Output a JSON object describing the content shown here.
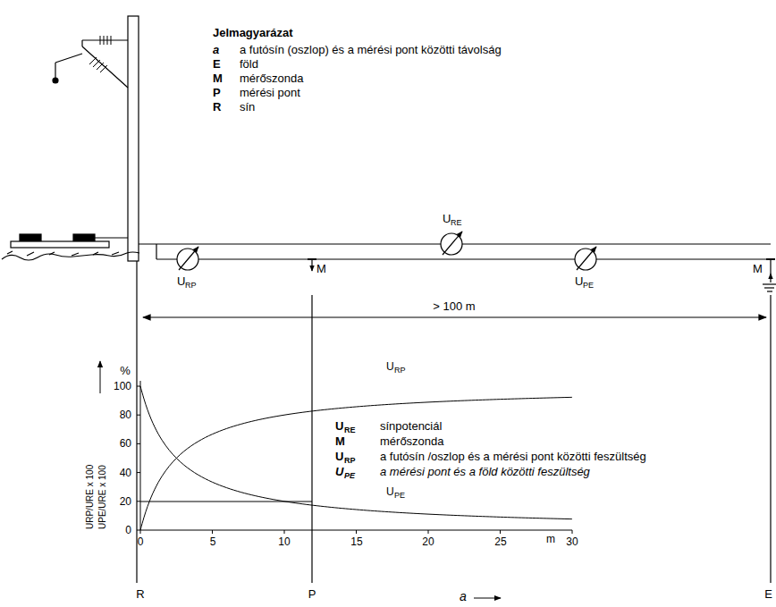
{
  "diagram": {
    "labels": [
      "Jelmagyarázat",
      "a",
      "a futósín (oszlop) és a mérési pont közötti távolság",
      "E",
      "föld",
      "M",
      "mérőszonda",
      "P",
      "mérési pont",
      "R",
      "sín",
      "U",
      "RE",
      "U",
      "RP",
      "M",
      "U",
      "PE",
      "M",
      "> 100 m",
      "%",
      "100",
      "80",
      "60",
      "40",
      "20",
      "0",
      "0",
      "5",
      "10",
      "15",
      "20",
      "25",
      "30",
      "m",
      "URP/URE x 100",
      "UPE/URE x 100",
      "U",
      "RP",
      "U",
      "RE",
      "sínpotenciál",
      "M",
      "mérőszonda",
      "U",
      "RP",
      "a futósín /oszlop és a mérési pont közötti feszültség",
      "U",
      "PE",
      "a mérési pont és a föld közötti feszültség",
      "U",
      "PE",
      "R",
      "P",
      "E",
      "a"
    ]
  }
}
